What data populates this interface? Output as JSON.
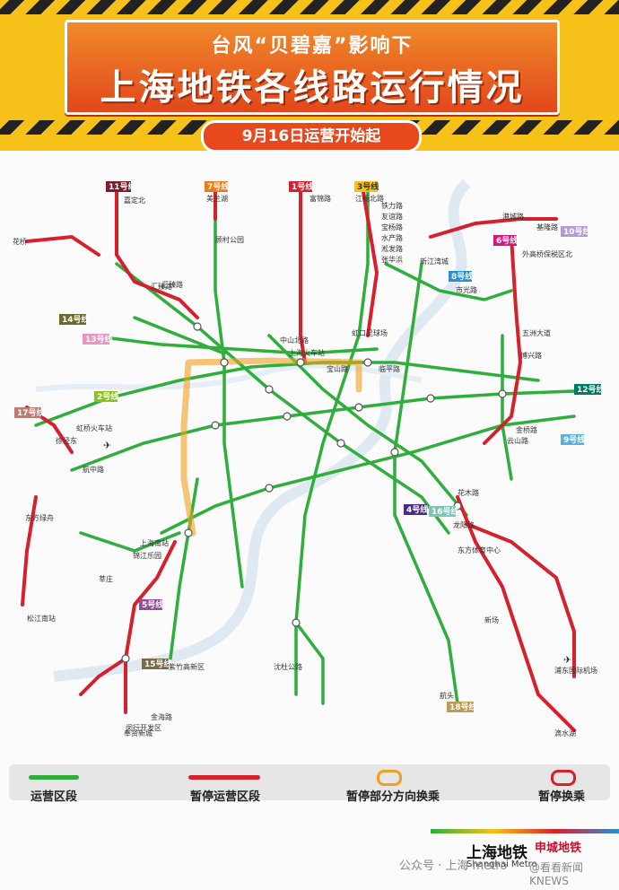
{
  "header": {
    "subtitle": "台风“贝碧嘉”影响下",
    "title": "上海地铁各线路运行情况",
    "date_pill": "9月16日运营开始起"
  },
  "colors": {
    "operating": "#2fae3c",
    "suspended": "#d6202c",
    "partial": "#f0a020",
    "header_bg": "#f6c21a",
    "banner": "#e2471c"
  },
  "lines": [
    {
      "label": "1号线",
      "color": "#d6202c"
    },
    {
      "label": "2号线",
      "color": "#8cc220"
    },
    {
      "label": "3号线",
      "color": "#f6c21a"
    },
    {
      "label": "4号线",
      "color": "#4b2e83"
    },
    {
      "label": "5号线",
      "color": "#944d9a"
    },
    {
      "label": "6号线",
      "color": "#d4197b"
    },
    {
      "label": "7号线",
      "color": "#ef7a1a"
    },
    {
      "label": "8号线",
      "color": "#2a8fd6"
    },
    {
      "label": "9号线",
      "color": "#5ab0e0"
    },
    {
      "label": "10号线",
      "color": "#b19cd9"
    },
    {
      "label": "11号线",
      "color": "#7f1d2d"
    },
    {
      "label": "12号线",
      "color": "#007b63"
    },
    {
      "label": "13号线",
      "color": "#e895c0"
    },
    {
      "label": "14号线",
      "color": "#6b6b2b"
    },
    {
      "label": "15号线",
      "color": "#7a6a4a"
    },
    {
      "label": "16号线",
      "color": "#7cc5b6"
    },
    {
      "label": "17号线",
      "color": "#be7970"
    },
    {
      "label": "18号线",
      "color": "#c09b55"
    }
  ],
  "stations": [
    {
      "name": "江杨北路"
    },
    {
      "name": "铁力路"
    },
    {
      "name": "友谊路"
    },
    {
      "name": "宝杨路"
    },
    {
      "name": "水产路"
    },
    {
      "name": "淞发路"
    },
    {
      "name": "张华浜"
    },
    {
      "name": "基隆路"
    },
    {
      "name": "港城路"
    },
    {
      "name": "外高桥保税区北"
    },
    {
      "name": "五洲大道"
    },
    {
      "name": "博兴路"
    },
    {
      "name": "金桥路"
    },
    {
      "name": "云山路"
    },
    {
      "name": "花木路"
    },
    {
      "name": "龙阳路"
    },
    {
      "name": "浦东国际机场"
    },
    {
      "name": "滴水湖"
    },
    {
      "name": "上海南站"
    },
    {
      "name": "锦江乐园"
    },
    {
      "name": "莘庄"
    },
    {
      "name": "闵行开发区"
    },
    {
      "name": "奉贤新城"
    },
    {
      "name": "松江南站"
    },
    {
      "name": "东方绿舟"
    },
    {
      "name": "徐泾东"
    },
    {
      "name": "虹桥火车站"
    },
    {
      "name": "航中路"
    },
    {
      "name": "美兰湖"
    },
    {
      "name": "富锦路"
    },
    {
      "name": "顾村公园"
    },
    {
      "name": "嘉定北"
    },
    {
      "name": "花桥"
    },
    {
      "name": "汇臻路"
    },
    {
      "name": "中山北路"
    },
    {
      "name": "上海火车站"
    },
    {
      "name": "宝山路"
    },
    {
      "name": "临平路"
    },
    {
      "name": "虹口足球场"
    },
    {
      "name": "新江湾城"
    },
    {
      "name": "市光路"
    },
    {
      "name": "东方体育中心"
    },
    {
      "name": "沈杜公路"
    },
    {
      "name": "汇臻路"
    },
    {
      "name": "紫竹高新区"
    },
    {
      "name": "航头"
    },
    {
      "name": "新场"
    },
    {
      "name": "金海路"
    }
  ],
  "legend": {
    "operating": "运营区段",
    "suspended": "暂停运营区段",
    "partial": "暂停部分方向换乘",
    "suspended_transfer": "暂停换乘"
  },
  "footer": {
    "logo": "上海地铁",
    "logo_en": "Shanghai Metro",
    "partner": "申城地铁",
    "wechat": "公众号 · 上海 metro",
    "weibo": "@看看新闻KNEWS"
  }
}
